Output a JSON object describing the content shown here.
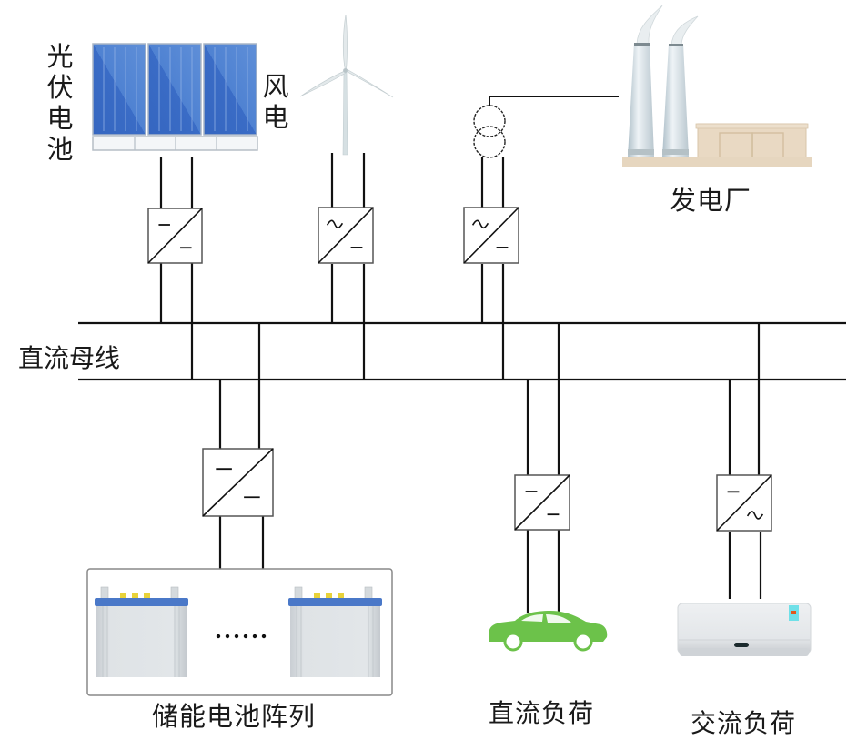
{
  "labels": {
    "pv": "光伏电池",
    "wind": "风电",
    "power_plant": "发电厂",
    "dc_bus": "直流母线",
    "battery_array": "储能电池阵列",
    "dc_load": "直流负荷",
    "ac_load": "交流负荷",
    "ellipsis": "……"
  },
  "converters": [
    {
      "id": "pv",
      "top_symbol": "—",
      "bottom_symbol": "—",
      "type": "DC/DC"
    },
    {
      "id": "wind",
      "top_symbol": "~",
      "bottom_symbol": "—",
      "type": "AC/DC"
    },
    {
      "id": "grid",
      "top_symbol": "~",
      "bottom_symbol": "—",
      "type": "AC/DC"
    },
    {
      "id": "battery",
      "top_symbol": "—",
      "bottom_symbol": "—",
      "type": "DC/DC"
    },
    {
      "id": "dc-load",
      "top_symbol": "—",
      "bottom_symbol": "—",
      "type": "DC/DC"
    },
    {
      "id": "ac-load",
      "top_symbol": "—",
      "bottom_symbol": "~",
      "type": "DC/AC"
    }
  ],
  "colors": {
    "line": "#111111",
    "solar_blue": "#3f6fc4",
    "car_green": "#6cc24a",
    "battery_blue": "#4a78c8",
    "battery_terminal": "#e8d23a",
    "plant_beige": "#e6d6bf"
  }
}
